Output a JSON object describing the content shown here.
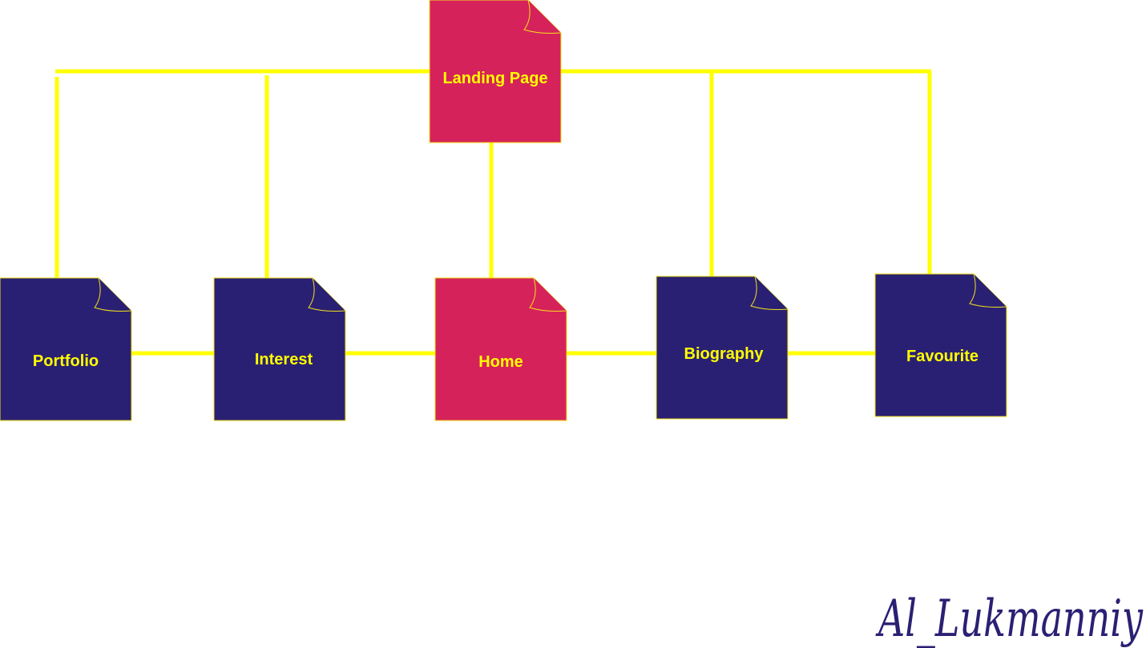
{
  "colors": {
    "connector": "#ffff00",
    "page_accent": "#d6225a",
    "page_default": "#2a2073",
    "page_border": "#f2e21a",
    "label": "#ffff00",
    "signature": "#2a2073"
  },
  "nodes": {
    "landing": {
      "label": "Landing Page",
      "variant": "accent"
    },
    "portfolio": {
      "label": "Portfolio",
      "variant": "default"
    },
    "interest": {
      "label": "Interest",
      "variant": "default"
    },
    "home": {
      "label": "Home",
      "variant": "accent"
    },
    "biography": {
      "label": "Biography",
      "variant": "default"
    },
    "favourite": {
      "label": "Favourite",
      "variant": "default"
    }
  },
  "signature": "Al_Lukmanniy"
}
